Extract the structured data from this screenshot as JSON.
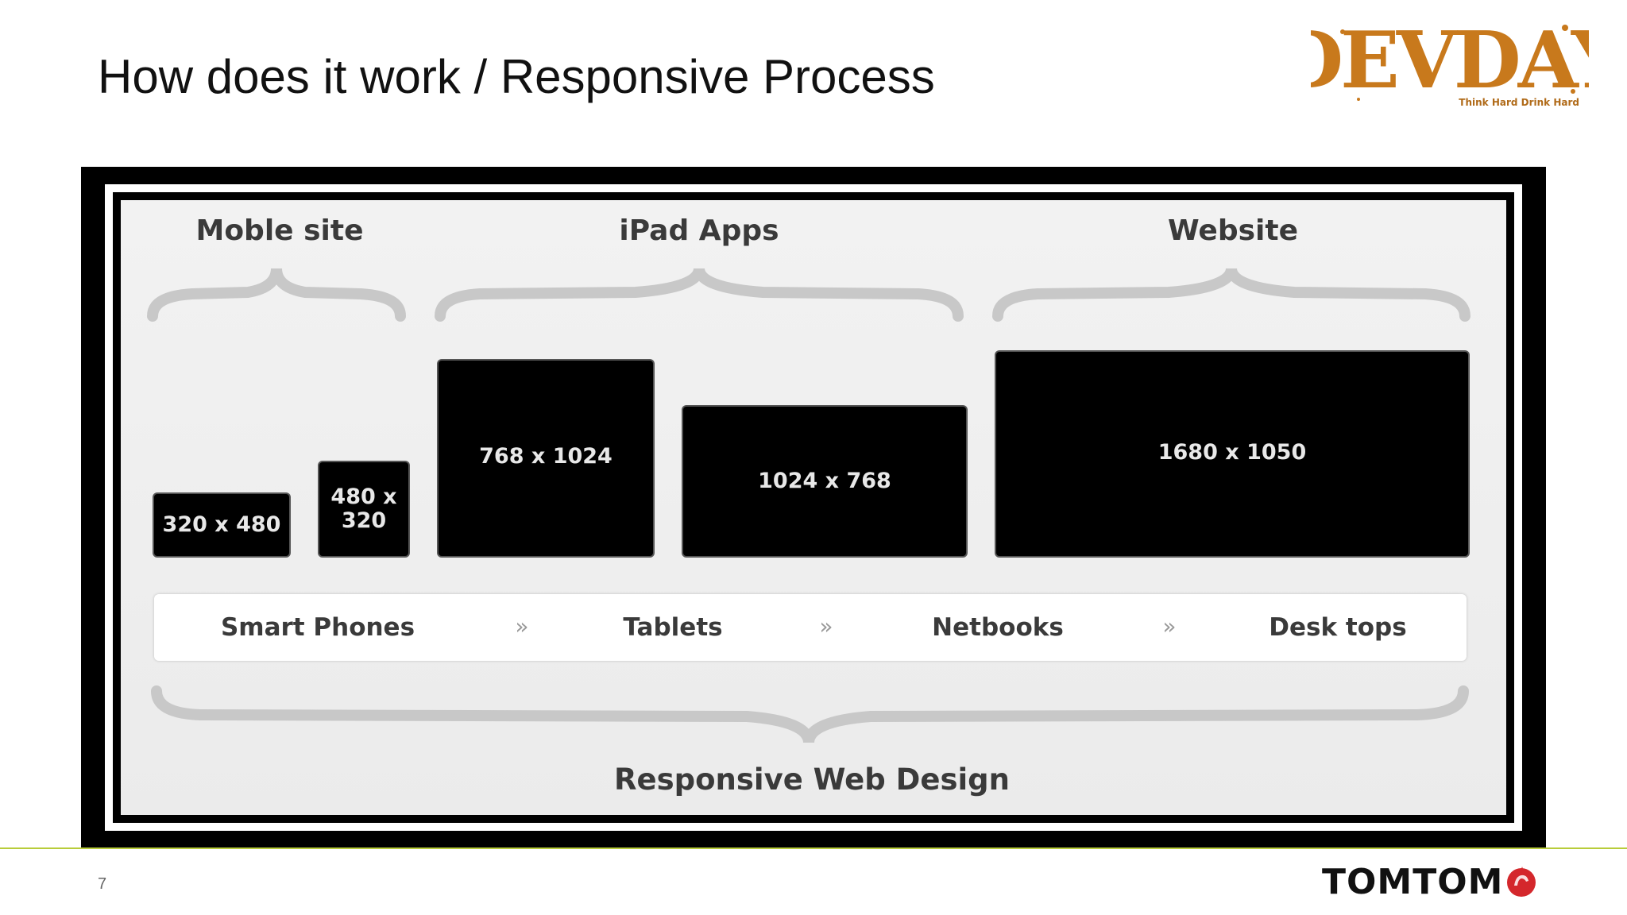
{
  "slide": {
    "title": "How does it work / Responsive Process",
    "page_number": "7"
  },
  "logos": {
    "devday": {
      "wordmark": "DEVDAY",
      "tagline": "Think Hard Drink Hard",
      "color": "#c8791c"
    },
    "tomtom": {
      "wordmark": "TOMTOM",
      "accent_color": "#d4272c"
    }
  },
  "diagram": {
    "groups": [
      {
        "label": "Moble site"
      },
      {
        "label": "iPad Apps"
      },
      {
        "label": "Website"
      }
    ],
    "devices": [
      {
        "label": "320 x 480"
      },
      {
        "label": "480 x\n320"
      },
      {
        "label": "768 x 1024"
      },
      {
        "label": "1024 x 768"
      },
      {
        "label": "1680 x 1050"
      }
    ],
    "categories": [
      {
        "label": "Smart Phones"
      },
      {
        "label": "Tablets"
      },
      {
        "label": "Netbooks"
      },
      {
        "label": "Desk tops"
      }
    ],
    "separator": "»",
    "bottom_label": "Responsive Web Design"
  },
  "colors": {
    "footer_line": "#b8cc3a",
    "brace": "#c8c8c8"
  }
}
